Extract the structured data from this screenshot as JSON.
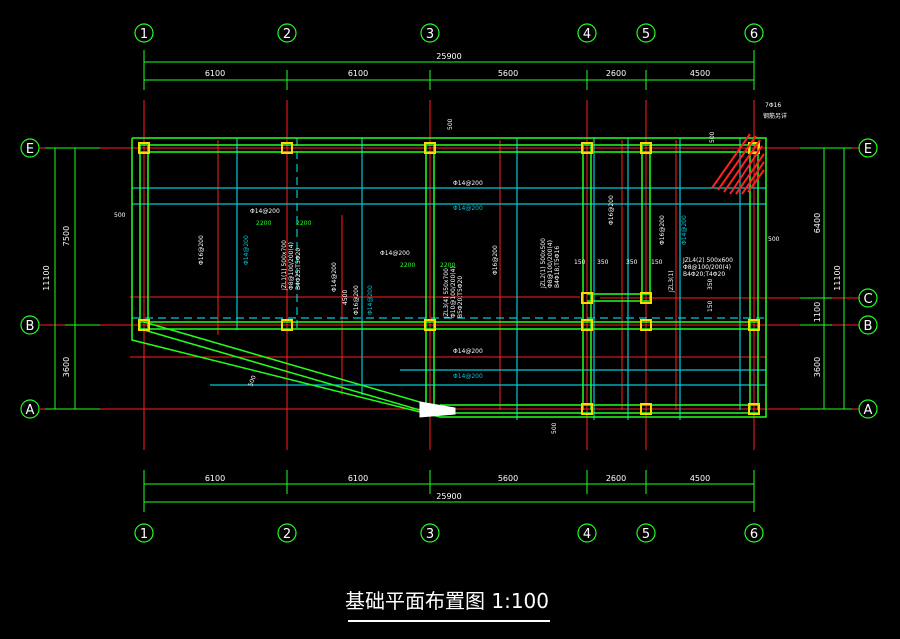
{
  "colors": {
    "background": "#000000",
    "grid_axis": "#ff2020",
    "dimension": "#20ff20",
    "beam": "#e8ff40",
    "column": "#ffd800",
    "cyan_rebar": "#00c8d8",
    "text": "#ffffff"
  },
  "axes": {
    "vertical": [
      "1",
      "2",
      "3",
      "4",
      "5",
      "6"
    ],
    "horizontal": [
      "E",
      "C",
      "B",
      "A"
    ]
  },
  "dimensions": {
    "top_total": "25900",
    "bottom_total": "25900",
    "spans": [
      "6100",
      "6100",
      "5600",
      "2600",
      "4500"
    ],
    "left_overall": "11100",
    "left_parts": [
      "7500",
      "3600"
    ],
    "right_overall": "11100",
    "right_parts": [
      "6400",
      "1100",
      "3600"
    ],
    "offset_500": "500",
    "offset_150": "150",
    "offset_350": "350",
    "offset_2200": "2200",
    "offset_2200b": "2200",
    "offset_2200c": "2200"
  },
  "annotations": {
    "rebar_top": "7Φ16",
    "rebar_top_sub": "钢筋另详",
    "row_e_bar": "Φ14@200",
    "row_e_bar2": "Φ14@200",
    "mid_bar_a": "Φ14@200",
    "mid_bar_b": "Φ14@200",
    "mid_bar_c": "Φ14@200",
    "col_bar_a": "Φ16@200",
    "col_bar_b": "Φ14@200",
    "col_bar_c": "Φ14@200",
    "col_bar_d": "Φ16@200",
    "col_bar_e": "Φ16@200",
    "col_bar_f": "Φ14@200",
    "col_bar_g": "Φ16@200",
    "col_bar_h": "Φ14@200",
    "jzl1": "JZL1(1) 500x700",
    "jzl1_b": "Φ8@100/200(4)",
    "jzl1_c": "B4Φ25;T5Φ20",
    "jzl3": "JZL3(4) 550x700",
    "jzl3_b": "Φ10@100/200(4)",
    "jzl3_c": "B5Φ20;T5Φ20",
    "jzl2": "JZL2(1) 500x500",
    "jzl2_b": "Φ8@100/200(4)",
    "jzl2_c": "B4Φ18;T5Φ16",
    "jzl4": "JZL4(2) 500x600",
    "jzl4_b": "Φ8@100/200(4)",
    "jzl4_c": "B4Φ20;T4Φ20",
    "jzl_side": "JZL3(1)",
    "row_b_bar": "Φ14@200",
    "row_a_bar": "Φ14@200"
  },
  "title": "基础平面布置图 1:100"
}
